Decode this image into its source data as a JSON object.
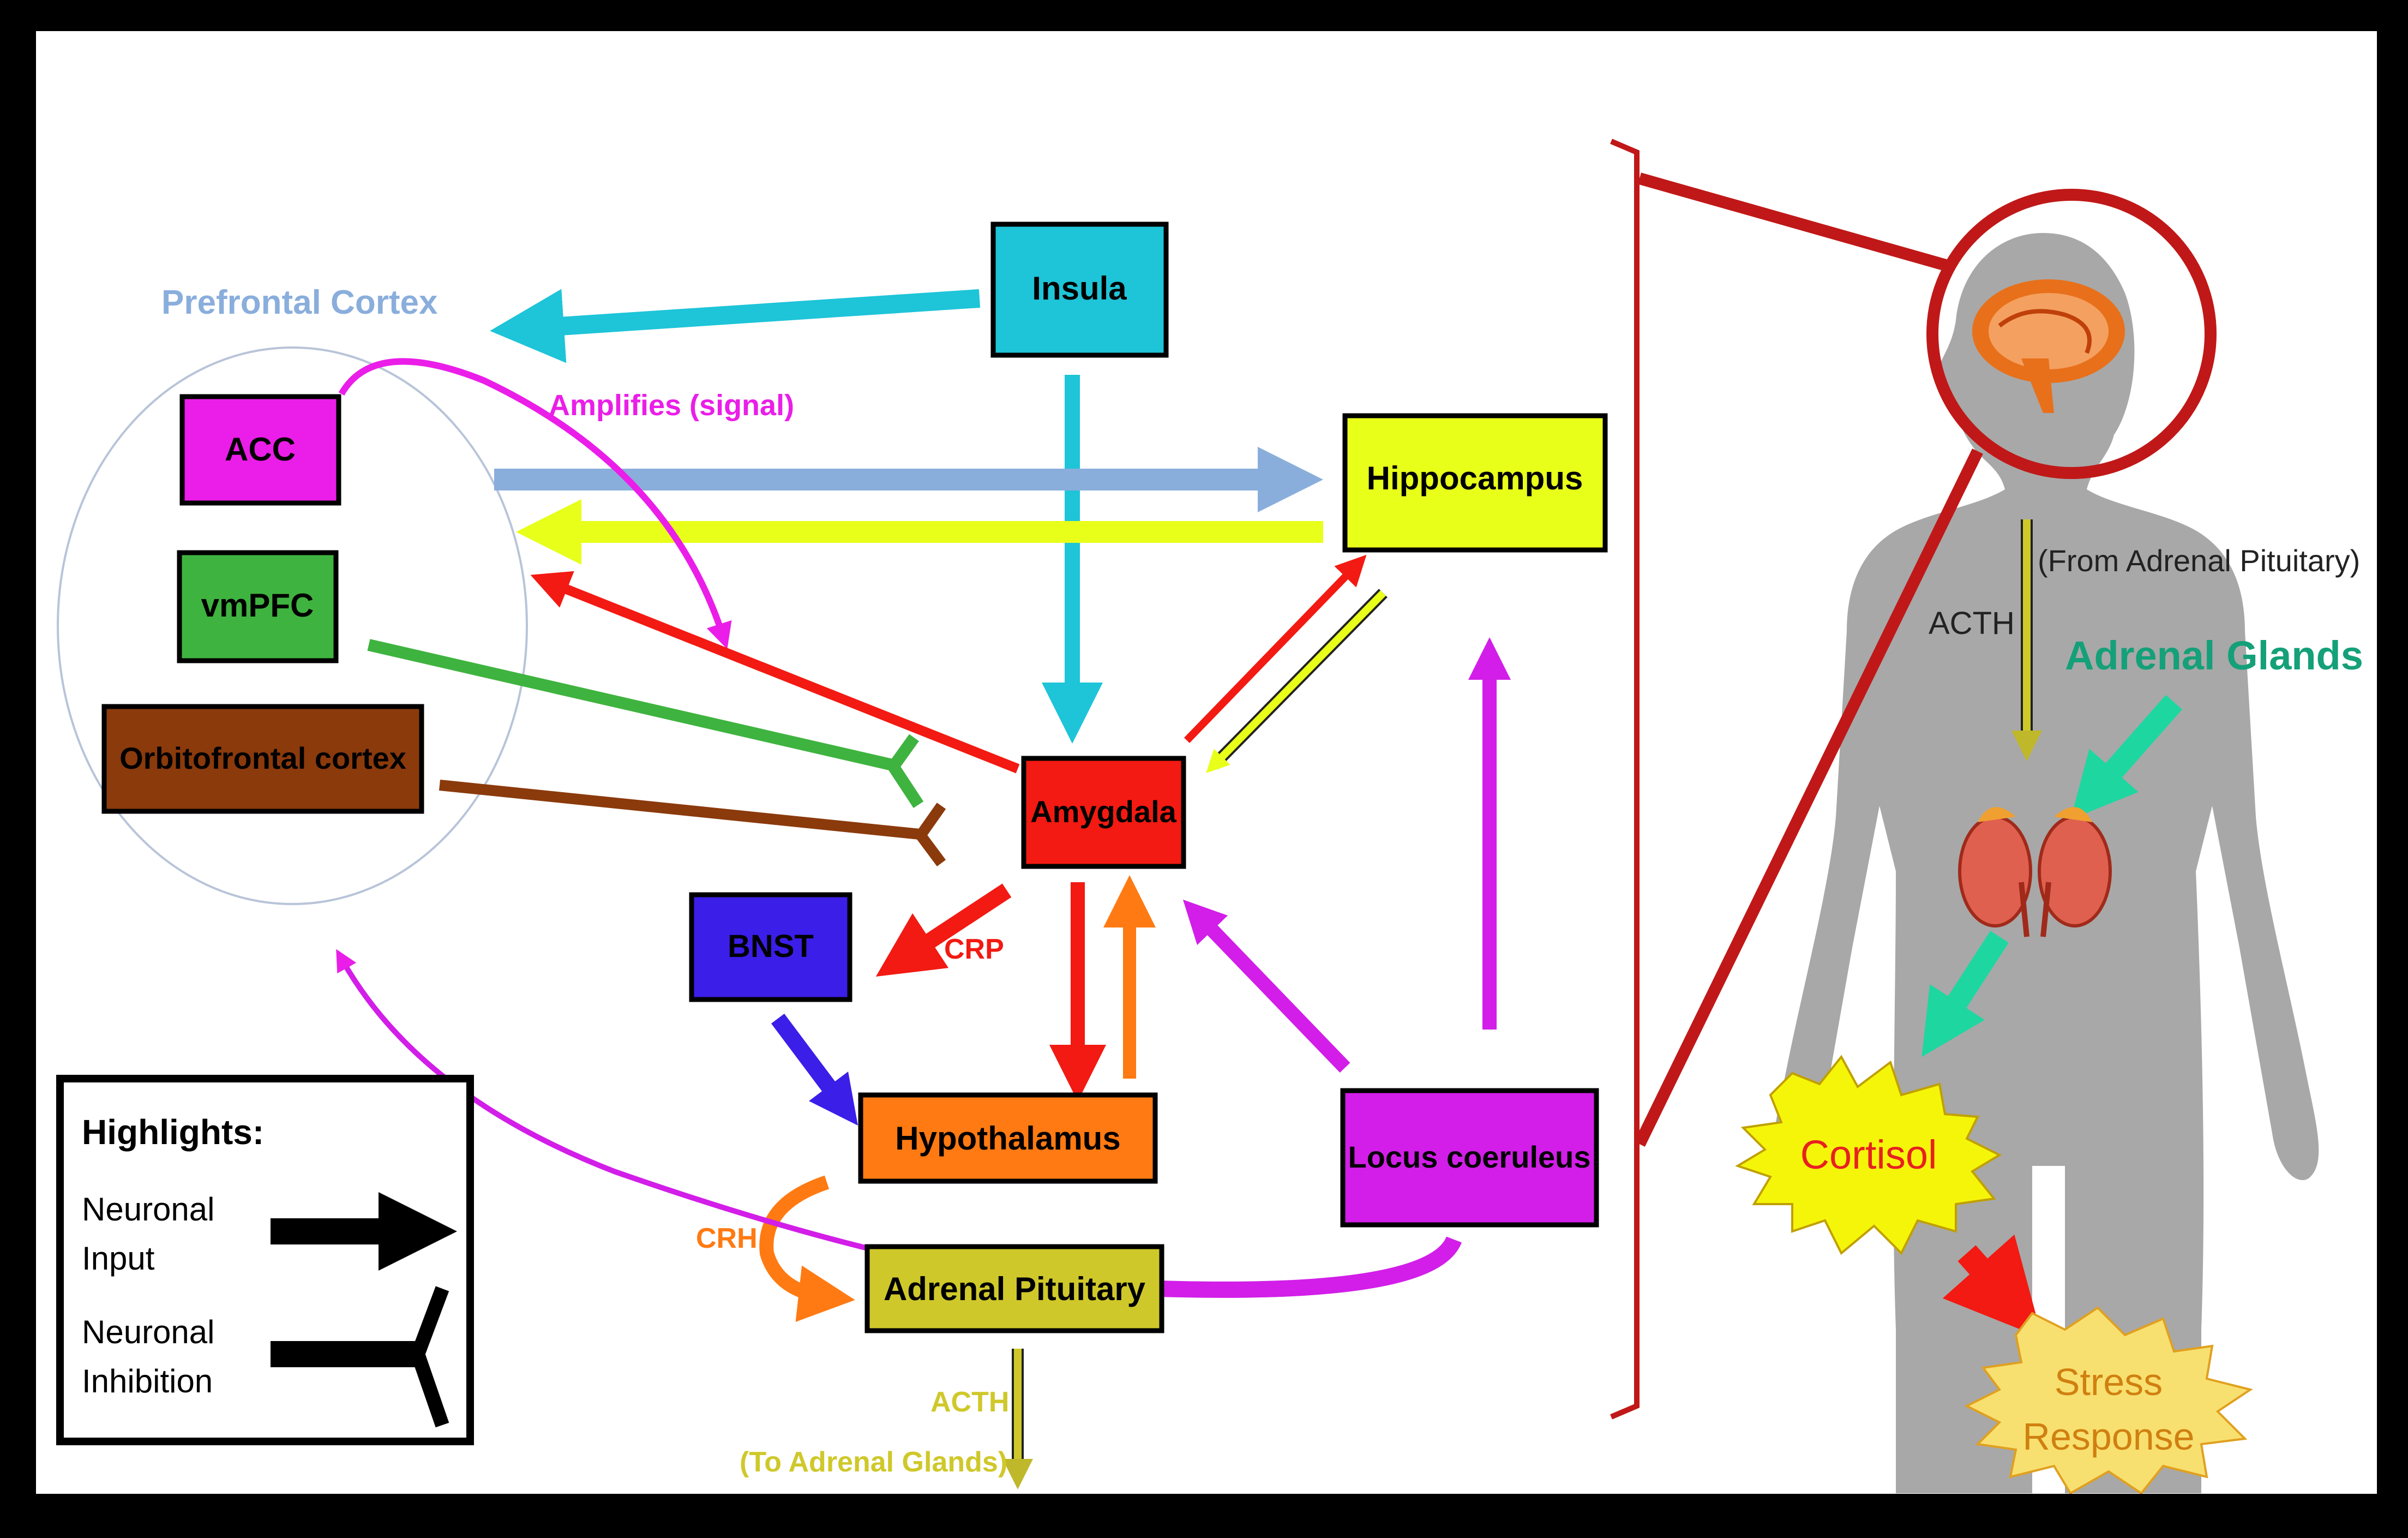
{
  "nodes": {
    "insula": "Insula",
    "hippocampus": "Hippocampus",
    "acc": "ACC",
    "vmpfc": "vmPFC",
    "orbitofrontal": "Orbitofrontal cortex",
    "amygdala": "Amygdala",
    "bnst": "BNST",
    "hypothalamus": "Hypothalamus",
    "locus_coeruleus": "Locus coeruleus",
    "adrenal_pituitary": "Adrenal Pituitary"
  },
  "labels": {
    "prefrontal_cortex": "Prefrontal Cortex",
    "amplifies": "Amplifies (signal)",
    "crp": "CRP",
    "crh": "CRH",
    "acth_bottom": "ACTH",
    "to_adrenal_glands": "(To Adrenal Glands)",
    "acth_body": "ACTH",
    "from_adrenal_pituitary": "(From Adrenal Pituitary)",
    "adrenal_glands": "Adrenal Glands",
    "cortisol": "Cortisol",
    "stress_line1": "Stress",
    "stress_line2": "Response"
  },
  "legend": {
    "title": "Highlights:",
    "input_line1": "Neuronal",
    "input_line2": "Input",
    "inhibition_line1": "Neuronal",
    "inhibition_line2": "Inhibition"
  },
  "colors": {
    "insula": "#1ec4d8",
    "hippocampus": "#e8ff1a",
    "acc": "#ea1ee8",
    "vmpfc": "#3fb33f",
    "orbitofrontal": "#8b3a0c",
    "amygdala": "#f21a12",
    "bnst": "#3b1ee8",
    "hypothalamus": "#ff7a12",
    "locus_coeruleus": "#d21ee8",
    "adrenal_pituitary": "#cfc82a",
    "prefrontal_label": "#8aaedc",
    "body": "#a8a8a8",
    "bracket": "#c01818"
  },
  "icons": [
    "brain-icon",
    "kidneys-icon",
    "human-silhouette"
  ]
}
